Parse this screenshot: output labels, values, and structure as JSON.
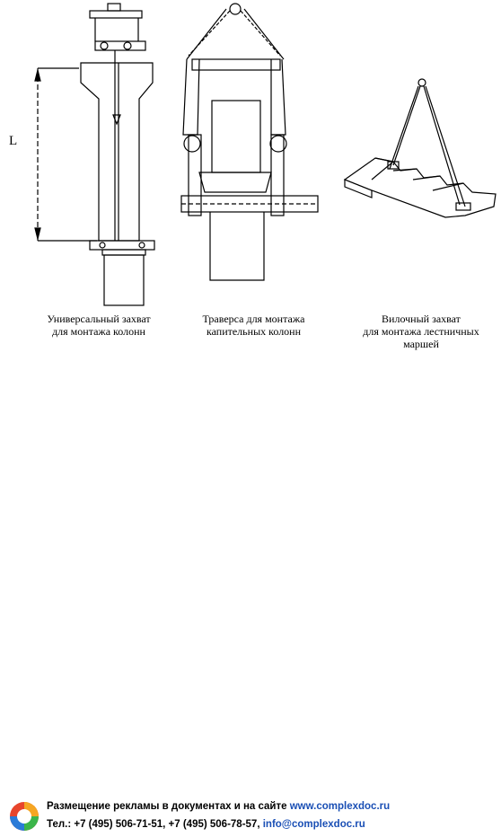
{
  "figures": {
    "column_grip": {
      "dimension_label": "L",
      "caption_lines": [
        "Универсальный захват",
        "для монтажа колонн"
      ]
    },
    "capital_traverse": {
      "caption_lines": [
        "Траверса для монтажа",
        "капительных колонн"
      ]
    },
    "fork_grip": {
      "caption_lines": [
        "Вилочный захват",
        "для монтажа лестничных",
        "маршей"
      ]
    }
  },
  "footer": {
    "ad_text": "Размещение рекламы в документах и на сайте",
    "site_url": "www.complexdoc.ru",
    "phones": "Тел.: +7 (495) 506-71-51, +7 (495) 506-78-57,",
    "email": "info@complexdoc.ru",
    "logo_icon": "complexdoc-gear-logo",
    "colors": {
      "link": "#1a4fb5"
    }
  }
}
